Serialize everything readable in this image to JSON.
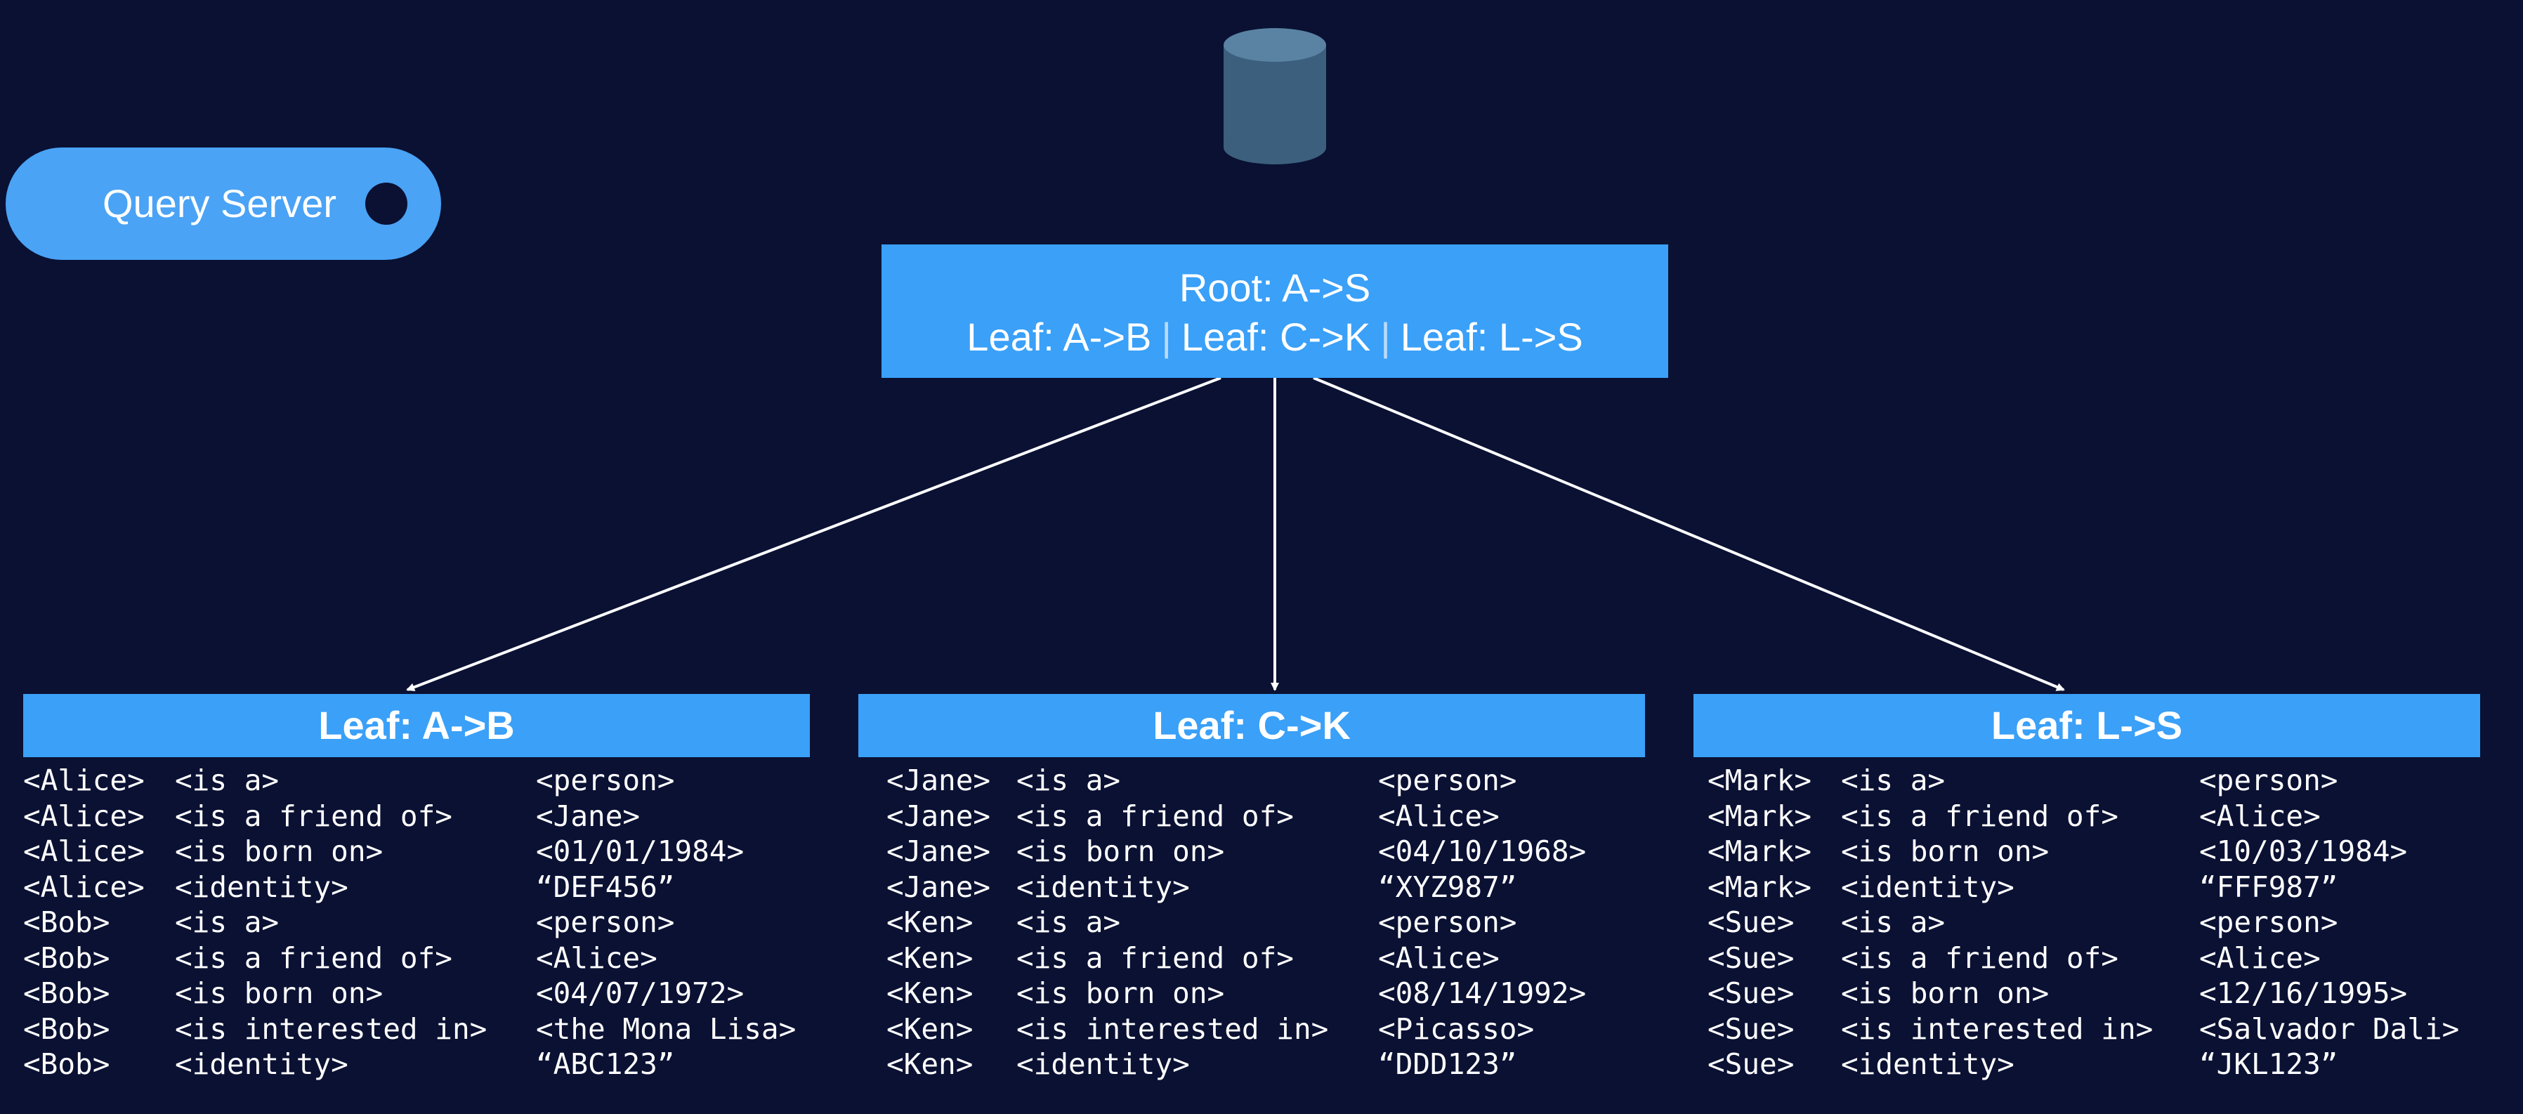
{
  "query_server": {
    "label": "Query Server"
  },
  "root": {
    "title": "Root: A->S",
    "leaves": [
      "Leaf: A->B",
      "Leaf: C->K",
      "Leaf: L->S"
    ]
  },
  "leaves": [
    {
      "title": "Leaf: A->B",
      "rows": [
        [
          "<Alice>",
          "<is a>",
          "<person>"
        ],
        [
          "<Alice>",
          "<is a friend of>",
          "<Jane>"
        ],
        [
          "<Alice>",
          "<is born on>",
          "<01/01/1984>"
        ],
        [
          "<Alice>",
          "<identity>",
          "“DEF456”"
        ],
        [
          "<Bob>",
          "<is a>",
          "<person>"
        ],
        [
          "<Bob>",
          "<is a friend of>",
          "<Alice>"
        ],
        [
          "<Bob>",
          "<is born on>",
          "<04/07/1972>"
        ],
        [
          "<Bob>",
          "<is interested in>",
          "<the Mona Lisa>"
        ],
        [
          "<Bob>",
          "<identity>",
          "“ABC123”"
        ]
      ]
    },
    {
      "title": "Leaf: C->K",
      "rows": [
        [
          "<Jane>",
          "<is a>",
          "<person>"
        ],
        [
          "<Jane>",
          "<is a friend of>",
          "<Alice>"
        ],
        [
          "<Jane>",
          "<is born on>",
          "<04/10/1968>"
        ],
        [
          "<Jane>",
          "<identity>",
          "“XYZ987”"
        ],
        [
          "<Ken>",
          "<is a>",
          "<person>"
        ],
        [
          "<Ken>",
          "<is a friend of>",
          "<Alice>"
        ],
        [
          "<Ken>",
          "<is born on>",
          "<08/14/1992>"
        ],
        [
          "<Ken>",
          "<is interested in>",
          "<Picasso>"
        ],
        [
          "<Ken>",
          "<identity>",
          "“DDD123”"
        ]
      ]
    },
    {
      "title": "Leaf: L->S",
      "rows": [
        [
          "<Mark>",
          "<is a>",
          "<person>"
        ],
        [
          "<Mark>",
          "<is a friend of>",
          "<Alice>"
        ],
        [
          "<Mark>",
          "<is born on>",
          "<10/03/1984>"
        ],
        [
          "<Mark>",
          "<identity>",
          "“FFF987”"
        ],
        [
          "<Sue>",
          "<is a>",
          "<person>"
        ],
        [
          "<Sue>",
          "<is a friend of>",
          "<Alice>"
        ],
        [
          "<Sue>",
          "<is born on>",
          "<12/16/1995>"
        ],
        [
          "<Sue>",
          "<is interested in>",
          "<Salvador Dali>"
        ],
        [
          "<Sue>",
          "<identity>",
          "“JKL123”"
        ]
      ]
    }
  ]
}
